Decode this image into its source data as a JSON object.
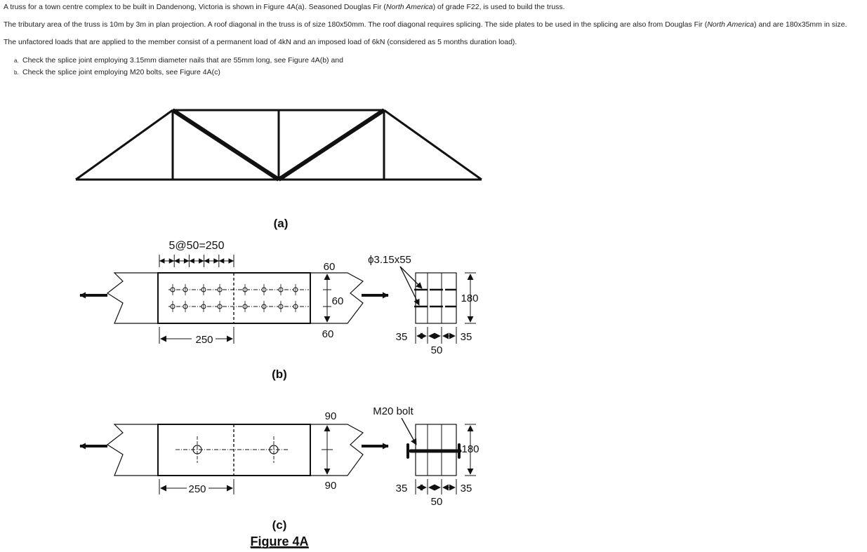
{
  "problem": {
    "p1_pre": "A truss for a town centre complex to be built in Dandenong, Victoria is shown in Figure 4A(a). Seasoned Douglas Fir (",
    "p1_em": "North America",
    "p1_post": ") of grade F22, is used to build the truss.",
    "p2_pre": "The tributary area of the truss is 10m by 3m in plan projection. A roof diagonal in the truss is of size 180x50mm. The roof diagonal requires splicing. The side plates to be used in the splicing are also from Douglas Fir (",
    "p2_em": "North America",
    "p2_post": ") and are 180x35mm in size.",
    "p3": "The unfactored loads that are applied to the member consist of a permanent load of 4kN and an imposed load of 6kN (considered as 5 months duration load).",
    "items": [
      {
        "marker": "a.",
        "text": "Check the splice joint employing 3.15mm diameter nails that are 55mm long, see Figure 4A(b) and"
      },
      {
        "marker": "b.",
        "text": "Check the splice joint employing M20 bolts, see Figure 4A(c)"
      }
    ]
  },
  "figure": {
    "label_a": "(a)",
    "label_b": "(b)",
    "label_c": "(c)",
    "title": "Figure 4A",
    "b": {
      "spacing": "5@50=250",
      "dim_top": "60",
      "dim_mid": "60",
      "dim_bot": "60",
      "dim_len": "250",
      "nail": "ϕ3.15x55",
      "sec_height": "180",
      "sec_left": "35",
      "sec_mid": "50",
      "sec_right": "35"
    },
    "c": {
      "dim_top": "90",
      "dim_bot": "90",
      "dim_len": "250",
      "bolt": "M20 bolt",
      "sec_height": "180",
      "sec_left": "35",
      "sec_mid": "50",
      "sec_right": "35"
    }
  }
}
